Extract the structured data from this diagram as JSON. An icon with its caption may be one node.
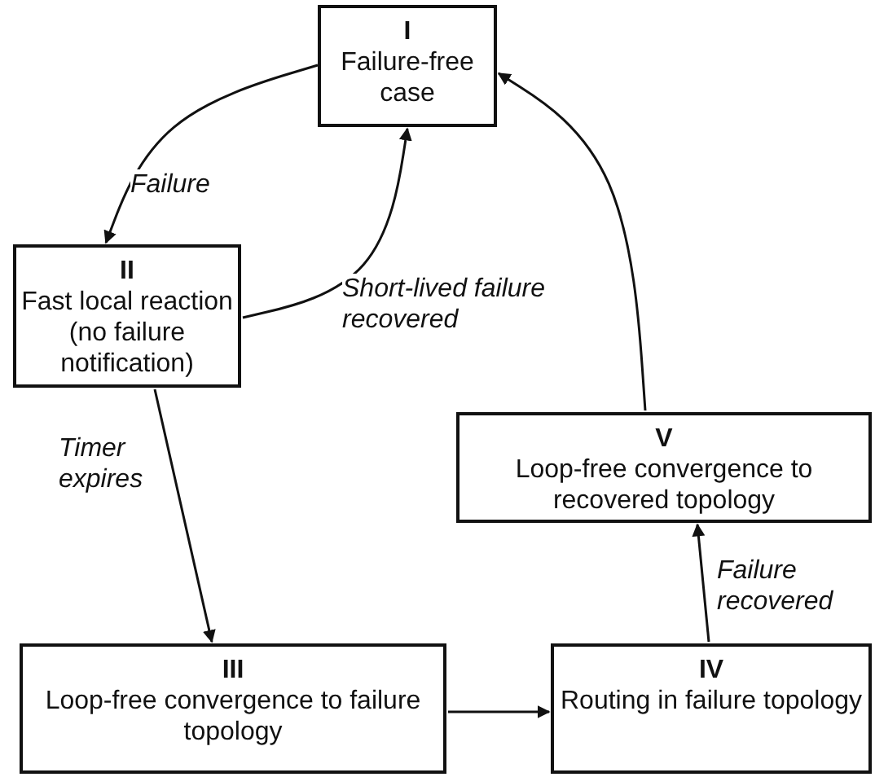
{
  "diagram": {
    "nodes": [
      {
        "text": [
          "I",
          "Failure-free case"
        ]
      },
      {
        "text": [
          "II",
          "Fast local reaction (no failure notification)"
        ]
      },
      {
        "text": [
          "V",
          "Loop-free convergence to recovered topology"
        ]
      },
      {
        "text": [
          "III",
          "Loop-free convergence to failure topology"
        ]
      },
      {
        "text": [
          "IV",
          "Routing in failure topology"
        ]
      }
    ],
    "edges": [
      {
        "from": 0,
        "to": 1,
        "arrow": "to",
        "label": "Failure"
      },
      {
        "from": 1,
        "to": 0,
        "arrow": "to",
        "label": "Short-lived failure recovered"
      },
      {
        "from": 1,
        "to": 3,
        "arrow": "to",
        "label": "Timer expires"
      },
      {
        "from": 3,
        "to": 4,
        "arrow": "to"
      },
      {
        "from": 4,
        "to": 2,
        "arrow": "to",
        "label": "Failure recovered"
      },
      {
        "from": 2,
        "to": 0,
        "arrow": "to"
      }
    ]
  }
}
